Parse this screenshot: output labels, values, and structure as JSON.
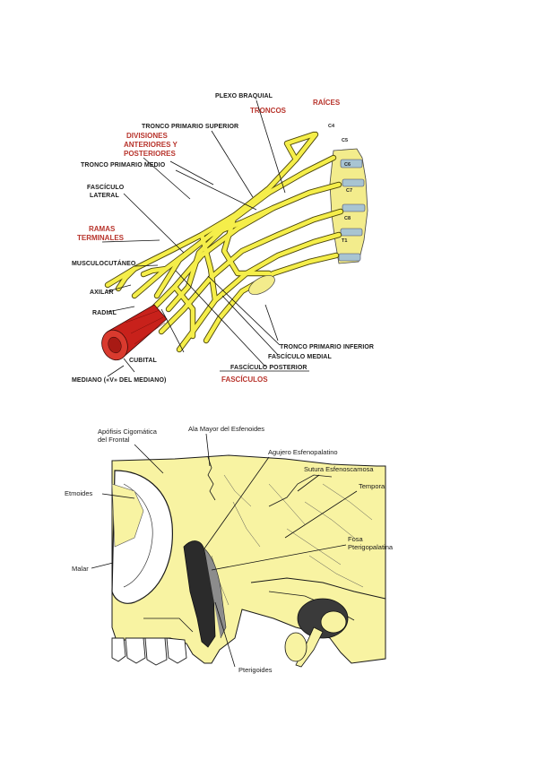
{
  "plexus": {
    "labels": {
      "plexo_braquial": "PLEXO BRAQUIAL",
      "raices": "RAÍCES",
      "troncos": "TRONCOS",
      "tronco_superior": "TRONCO PRIMARIO SUPERIOR",
      "divisiones_1": "DIVISIONES",
      "divisiones_2": "ANTERIORES Y",
      "divisiones_3": "POSTERIORES",
      "tronco_medio": "TRONCO PRIMARIO MEDIO",
      "fasciculo_lateral_1": "FASCÍCULO",
      "fasciculo_lateral_2": "LATERAL",
      "ramas_1": "RAMAS",
      "ramas_2": "TERMINALES",
      "musculocutaneo": "MUSCULOCUTÁNEO",
      "axilar": "AXILAR",
      "radial": "RADIAL",
      "cubital": "CUBITAL",
      "mediano": "MEDIANO («V» DEL MEDIANO)",
      "tronco_inferior": "TRONCO PRIMARIO INFERIOR",
      "fasciculo_medial": "FASCÍCULO MEDIAL",
      "fasciculo_posterior": "FASCÍCULO POSTERIOR",
      "fasciculos": "FASCÍCULOS"
    },
    "vertebrae": [
      "C4",
      "C5",
      "C6",
      "C7",
      "C8",
      "T1"
    ],
    "colors": {
      "nerve": "#f5ee4a",
      "muscle": "#c8211b",
      "red_label": "#b8342c",
      "bone": "#a8c4d2"
    }
  },
  "skull": {
    "labels": {
      "apofisis_1": "Apófisis Cigomática",
      "apofisis_2": "del Frontal",
      "ala_mayor": "Ala Mayor del Esfenoides",
      "agujero": "Agujero Esfenopalatino",
      "sutura": "Sutura Esfenoscamosa",
      "temporal": "Temporal",
      "etmoides": "Etmoides",
      "fosa_1": "Fosa",
      "fosa_2": "Pterigopalatina",
      "malar": "Malar",
      "pterigoides": "Pterigoides"
    },
    "colors": {
      "bone": "#f8f3a2",
      "outline": "#1a1a1a"
    }
  }
}
